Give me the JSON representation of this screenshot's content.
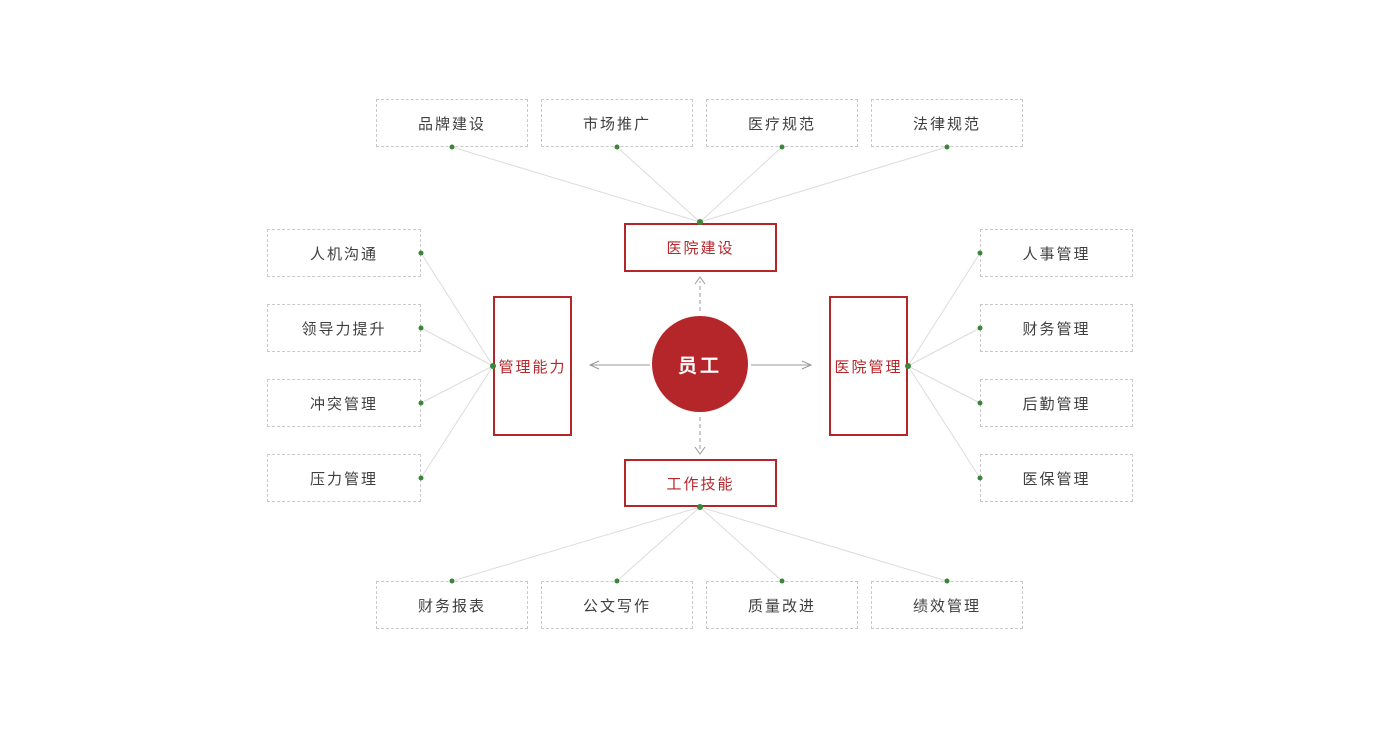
{
  "diagram": {
    "center": {
      "label": "员工"
    },
    "branches": {
      "top": {
        "label": "医院建设",
        "items": [
          {
            "label": "品牌建设"
          },
          {
            "label": "市场推广"
          },
          {
            "label": "医疗规范"
          },
          {
            "label": "法律规范"
          }
        ]
      },
      "left": {
        "label": "管理能力",
        "items": [
          {
            "label": "人机沟通"
          },
          {
            "label": "领导力提升"
          },
          {
            "label": "冲突管理"
          },
          {
            "label": "压力管理"
          }
        ]
      },
      "right": {
        "label": "医院管理",
        "items": [
          {
            "label": "人事管理"
          },
          {
            "label": "财务管理"
          },
          {
            "label": "后勤管理"
          },
          {
            "label": "医保管理"
          }
        ]
      },
      "bottom": {
        "label": "工作技能",
        "items": [
          {
            "label": "财务报表"
          },
          {
            "label": "公文写作"
          },
          {
            "label": "质量改进"
          },
          {
            "label": "绩效管理"
          }
        ]
      }
    },
    "colors": {
      "accent_red": "#b5262b",
      "dot_green": "#3a873a",
      "line_gray": "#dcdcdc",
      "arrow_gray": "#999999",
      "box_border_gray": "#c9c9c9",
      "text_dark": "#3f3f3f"
    }
  }
}
